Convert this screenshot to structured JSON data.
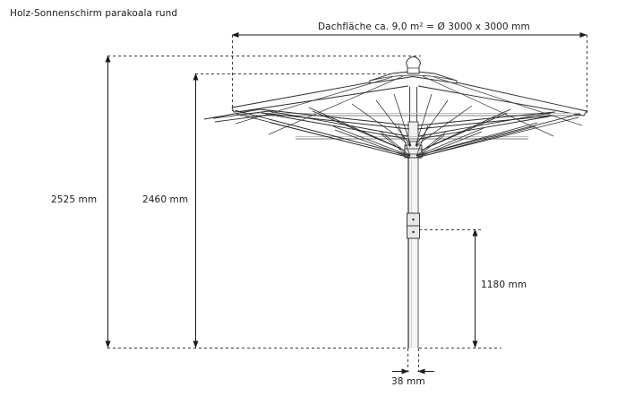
{
  "drawing": {
    "title": "Holz-Sonnenschirm parakoala rund",
    "product_type": "wooden-parasol-round",
    "view": "front-elevation-technical-drawing"
  },
  "dimensions": {
    "top_width": {
      "label": "Dachfläche ca. 9,0 m² = Ø 3000 x 3000 mm",
      "value": "3000",
      "unit": "mm",
      "area": "9,0 m²",
      "orientation": "horizontal"
    },
    "total_height": {
      "label": "2525 mm",
      "value": "2525",
      "unit": "mm",
      "orientation": "vertical"
    },
    "canopy_height": {
      "label": "2460 mm",
      "value": "2460",
      "unit": "mm",
      "orientation": "vertical"
    },
    "clearance_height": {
      "label": "1180 mm",
      "value": "1180",
      "unit": "mm",
      "orientation": "vertical"
    },
    "pole_width": {
      "label": "38 mm",
      "value": "38",
      "unit": "mm",
      "orientation": "horizontal"
    }
  },
  "colors": {
    "line": "#2b2b2b",
    "line_light": "#555555",
    "fill_light": "#f2f2f2",
    "fill_mid": "#d8d8d8",
    "background": "#ffffff",
    "text": "#1a1a1a"
  }
}
